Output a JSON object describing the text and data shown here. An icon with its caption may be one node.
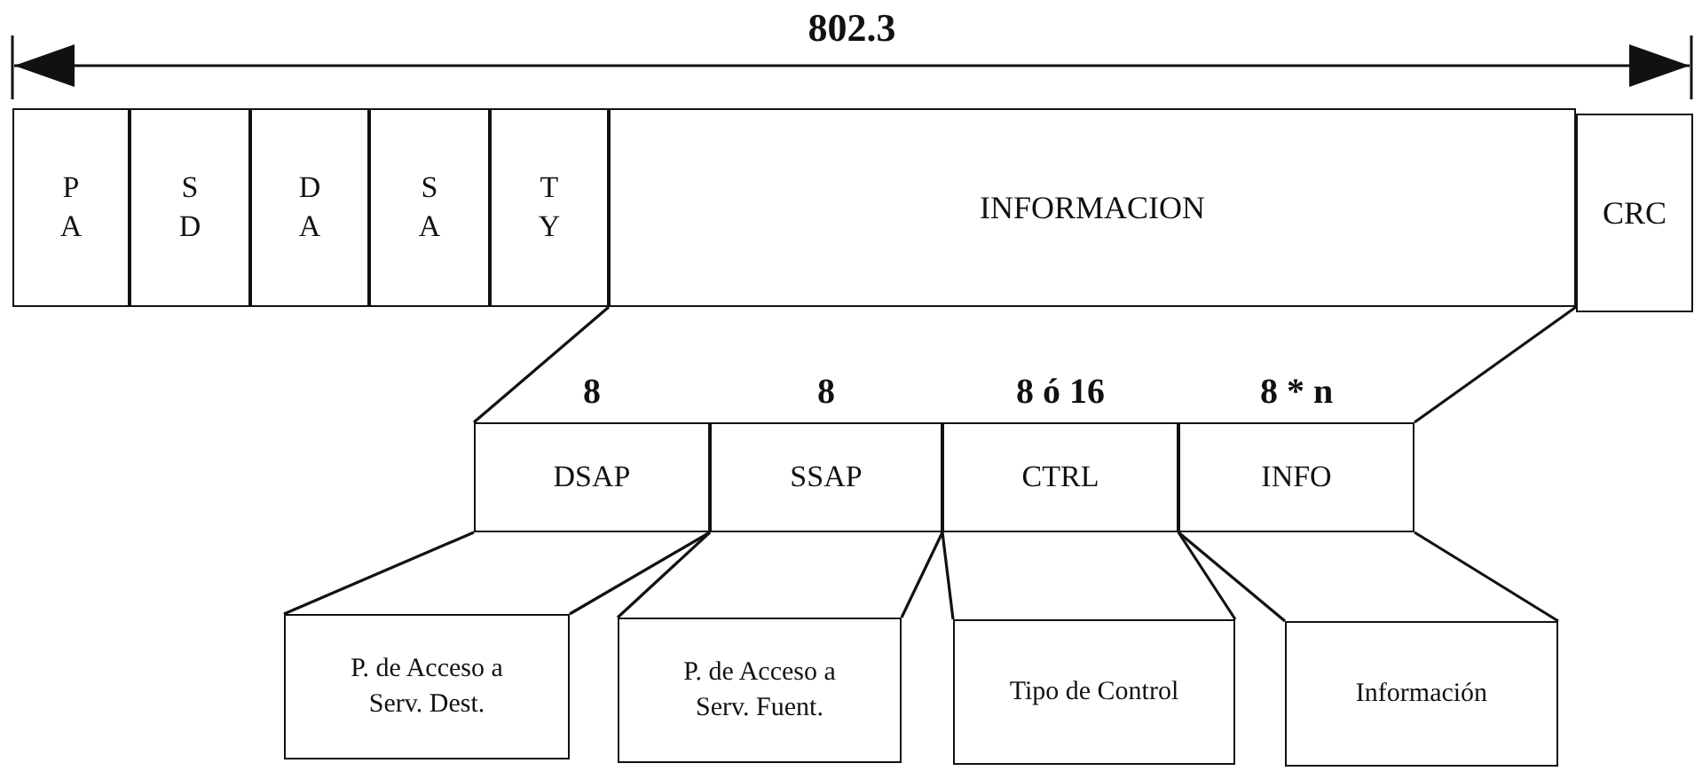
{
  "diagram": {
    "nodes": [
      {
        "text": [
          "P A"
        ]
      },
      {
        "text": [
          "S D"
        ]
      },
      {
        "text": [
          "D A"
        ]
      },
      {
        "text": [
          "S A"
        ]
      },
      {
        "text": [
          "T Y"
        ]
      },
      {
        "text": [
          "INFORMACION"
        ]
      },
      {
        "text": [
          "CRC"
        ]
      },
      {
        "text": [
          "DSAP"
        ],
        "beside": [
          "8"
        ]
      },
      {
        "text": [
          "SSAP"
        ],
        "beside": [
          "8"
        ]
      },
      {
        "text": [
          "CTRL"
        ],
        "beside": [
          "8 ó 16"
        ]
      },
      {
        "text": [
          "INFO"
        ],
        "beside": [
          "8 * n"
        ]
      },
      {
        "text": [
          "P. de Acceso a Serv. Dest."
        ]
      },
      {
        "text": [
          "P. de Acceso a Serv. Fuent."
        ]
      },
      {
        "text": [
          "Tipo de Control"
        ]
      },
      {
        "text": [
          "Información"
        ]
      }
    ],
    "edges": [
      {
        "from": 5,
        "to": 7,
        "arrow": "none"
      },
      {
        "from": 5,
        "to": 10,
        "arrow": "none"
      },
      {
        "from": 7,
        "to": 11,
        "arrow": "none"
      },
      {
        "from": 7,
        "to": 11,
        "arrow": "none"
      },
      {
        "from": 8,
        "to": 12,
        "arrow": "none"
      },
      {
        "from": 8,
        "to": 12,
        "arrow": "none"
      },
      {
        "from": 9,
        "to": 13,
        "arrow": "none"
      },
      {
        "from": 9,
        "to": 13,
        "arrow": "none"
      },
      {
        "from": 10,
        "to": 14,
        "arrow": "none"
      },
      {
        "from": 10,
        "to": 14,
        "arrow": "none"
      }
    ],
    "labels": [
      "802.3"
    ]
  }
}
